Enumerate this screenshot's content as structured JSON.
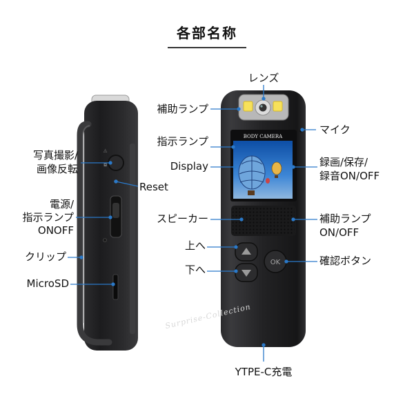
{
  "title": "各部名称",
  "screen_brand": "BODY CAMERA",
  "ok_key": "OK",
  "watermark": "Surprise-Collection",
  "labels": {
    "lens": "レンズ",
    "assist_lamp": "補助ランプ",
    "indicator_lamp": "指示ランプ",
    "display": "Display",
    "speaker": "スピーカー",
    "up": "上へ",
    "down": "下へ",
    "mic": "マイク",
    "record_save_1": "録画/保存/",
    "record_save_2": "録音ON/OFF",
    "assist_onoff_1": "補助ランプ",
    "assist_onoff_2": "ON/OFF",
    "confirm": "確認ボタン",
    "typec": "YTPE-C充電",
    "photo_1": "写真撮影/",
    "photo_2": "画像反転",
    "reset": "Reset",
    "power_1": "電源/",
    "power_2": "指示ランプ",
    "power_3": "ONOFF",
    "clip": "クリップ",
    "microsd": "MicroSD"
  }
}
